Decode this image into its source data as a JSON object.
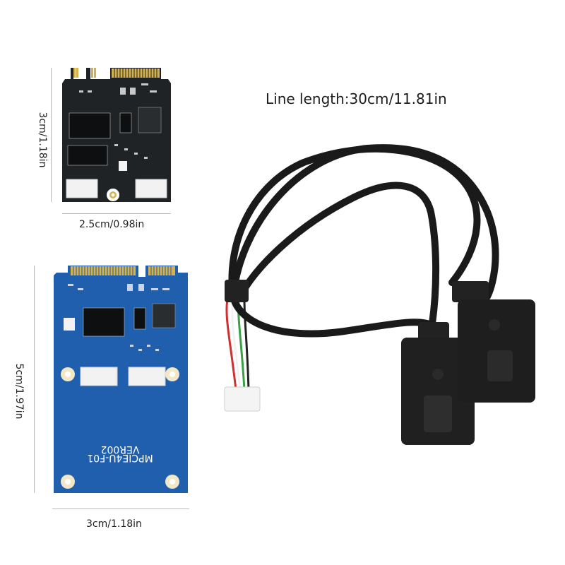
{
  "product": {
    "line_length_label": "Line length:30cm/11.81in",
    "small_card": {
      "height_label": "3cm/1.18in",
      "width_label": "2.5cm/0.98in"
    },
    "large_card": {
      "height_label": "5cm/1.97in",
      "width_label": "3cm/1.18in",
      "silkscreen_model": "MPCIE4U-F01",
      "silkscreen_version": "VER002"
    }
  },
  "colors": {
    "small_pcb": "#1f2326",
    "large_pcb": "#1f5fae",
    "gold": "#d6b04a",
    "cable": "#1a1a1a",
    "connector_white": "#f2f2f2"
  }
}
